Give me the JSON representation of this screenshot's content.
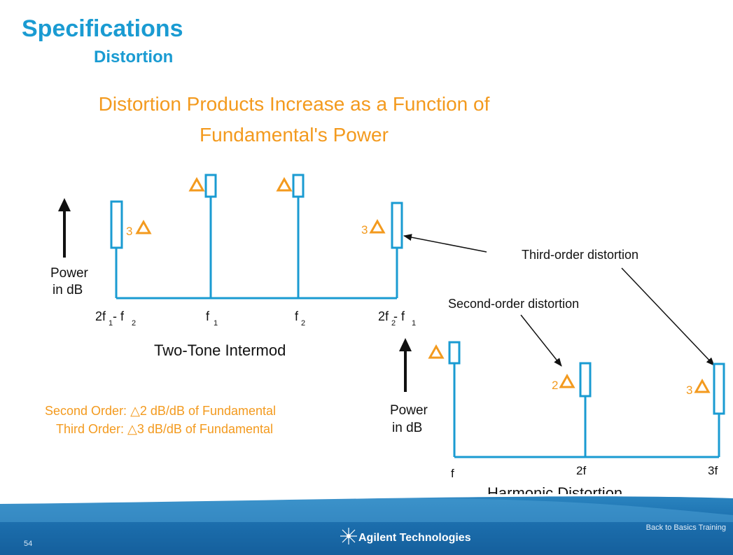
{
  "slide": {
    "title": "Specifications",
    "subtitle": "Distortion",
    "headline_line1": "Distortion Products Increase as a Function of",
    "headline_line2": "Fundamental's Power",
    "page_number": "54"
  },
  "two_tone": {
    "title": "Two-Tone Intermod",
    "power_label_line1": "Power",
    "power_label_line2": "in dB",
    "third_order_multiplier": "3",
    "tick_2f1_f2": {
      "a": "2f",
      "b": "1",
      "c": "- f",
      "d": "2"
    },
    "tick_f1": {
      "a": "f",
      "b": "1"
    },
    "tick_f2": {
      "a": "f",
      "b": "2"
    },
    "tick_2f2_f1": {
      "a": "2f",
      "b": "2",
      "c": "- f",
      "d": "1"
    }
  },
  "harmonic": {
    "title": "Harmonic Distortion",
    "power_label_line1": "Power",
    "power_label_line2": "in dB",
    "second_order_multiplier": "2",
    "third_order_multiplier": "3",
    "tick_f": "f",
    "tick_2f": "2f",
    "tick_3f": "3f"
  },
  "annotations": {
    "third_order": "Third-order distortion",
    "second_order": "Second-order distortion"
  },
  "notes": {
    "second_order": "Second Order: △2 dB/dB of  Fundamental",
    "third_order": "Third Order: △3 dB/dB of  Fundamental"
  },
  "footer": {
    "company": "Agilent Technologies",
    "training": "Back to Basics Training"
  },
  "colors": {
    "blue": "#1a9bd2",
    "orange": "#f39a1e",
    "footer_blue": "#1c6fae"
  },
  "icons": [
    "delta-triangle-icon",
    "up-arrow-icon",
    "agilent-spark-icon"
  ]
}
